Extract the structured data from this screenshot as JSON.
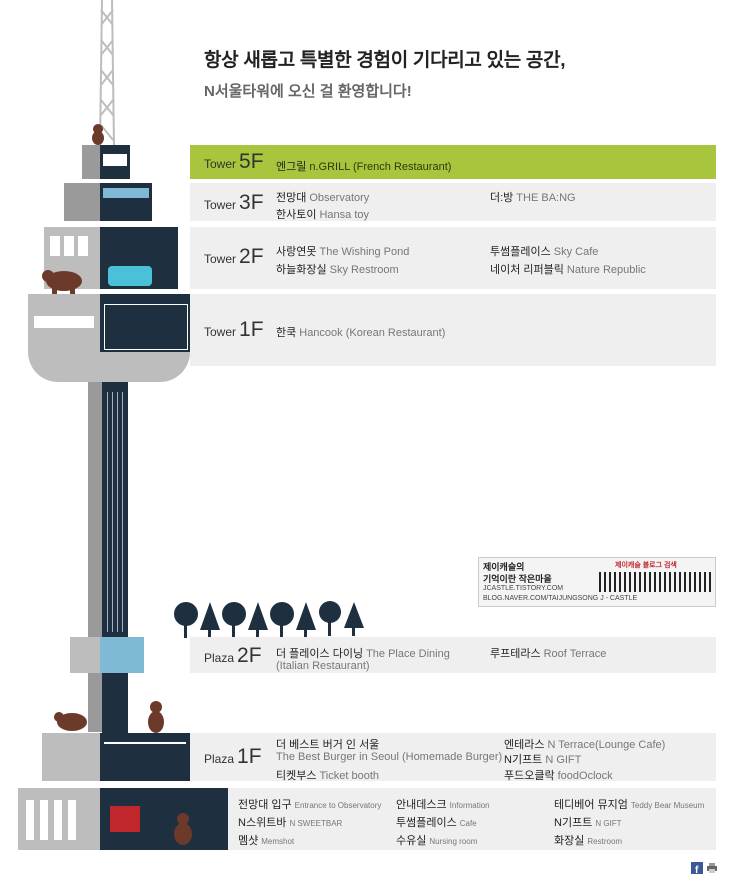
{
  "header": {
    "title": "항상 새롭고 특별한 경험이 기다리고 있는 공간,",
    "subtitle": "N서울타워에 오신 걸 환영합니다!"
  },
  "floors": [
    {
      "id": "tower5f",
      "prefix": "Tower",
      "num": "5F",
      "entries": [
        {
          "ko": "엔그릴",
          "en": "n.GRILL (French Restaurant)"
        }
      ]
    },
    {
      "id": "tower3f",
      "prefix": "Tower",
      "num": "3F",
      "entries": [
        {
          "ko": "전망대",
          "en": "Observatory"
        },
        {
          "ko": "한사토이",
          "en": "Hansa toy"
        },
        {
          "ko": "더:방",
          "en": "THE BA:NG"
        }
      ]
    },
    {
      "id": "tower2f",
      "prefix": "Tower",
      "num": "2F",
      "entries": [
        {
          "ko": "사랑연못",
          "en": "The Wishing Pond"
        },
        {
          "ko": "하늘화장실",
          "en": "Sky Restroom"
        },
        {
          "ko": "투썸플레이스",
          "en": "Sky Cafe"
        },
        {
          "ko": "네이처 리퍼블릭",
          "en": "Nature Republic"
        }
      ]
    },
    {
      "id": "tower1f",
      "prefix": "Tower",
      "num": "1F",
      "entries": [
        {
          "ko": "한쿡",
          "en": "Hancook (Korean Restaurant)"
        }
      ]
    },
    {
      "id": "plaza2f",
      "prefix": "Plaza",
      "num": "2F",
      "entries": [
        {
          "ko": "더 플레이스 다이닝",
          "en": "The Place Dining"
        },
        {
          "ko": "",
          "en": "(Italian Restaurant)"
        },
        {
          "ko": "루프테라스",
          "en": "Roof Terrace"
        }
      ]
    },
    {
      "id": "plaza1f",
      "prefix": "Plaza",
      "num": "1F",
      "entries": [
        {
          "ko": "더 베스트 버거 인 서울",
          "en": ""
        },
        {
          "ko": "",
          "en": "The Best Burger in Seoul (Homemade Burger)"
        },
        {
          "ko": "티켓부스",
          "en": "Ticket booth"
        },
        {
          "ko": "엔테라스",
          "en": "N Terrace(Lounge Cafe)"
        },
        {
          "ko": "N기프트",
          "en": "N GIFT"
        },
        {
          "ko": "푸드오클락",
          "en": "foodOclock"
        }
      ]
    },
    {
      "id": "ground",
      "prefix": "",
      "num": "",
      "entries": [
        {
          "ko": "전망대 입구",
          "en": "Entrance to Observatory"
        },
        {
          "ko": "N스위트바",
          "en": "N SWEETBAR"
        },
        {
          "ko": "멤샷",
          "en": "Memshot"
        },
        {
          "ko": "안내데스크",
          "en": "Information"
        },
        {
          "ko": "투썸플레이스",
          "en": "Cafe"
        },
        {
          "ko": "수유실",
          "en": "Nursing room"
        },
        {
          "ko": "테디베어 뮤지엄",
          "en": "Teddy Bear Museum"
        },
        {
          "ko": "N기프트",
          "en": "N GIFT"
        },
        {
          "ko": "화장실",
          "en": "Restroom"
        }
      ]
    }
  ],
  "watermark": {
    "line1": "제이캐슬의",
    "line2": "기억이란 작은마을",
    "line3": "JCASTLE.TISTORY.COM",
    "line4": "BLOG.NAVER.COM/TAIJUNGSONG J - CASTLE",
    "corner": "제이캐슬 블로그 검색"
  },
  "colors": {
    "accent": "#a9c43d",
    "dark": "#1e3040",
    "row": "#efefef",
    "bear": "#6b3a2a"
  },
  "share": {
    "icons": [
      "facebook-icon",
      "print-icon"
    ]
  }
}
